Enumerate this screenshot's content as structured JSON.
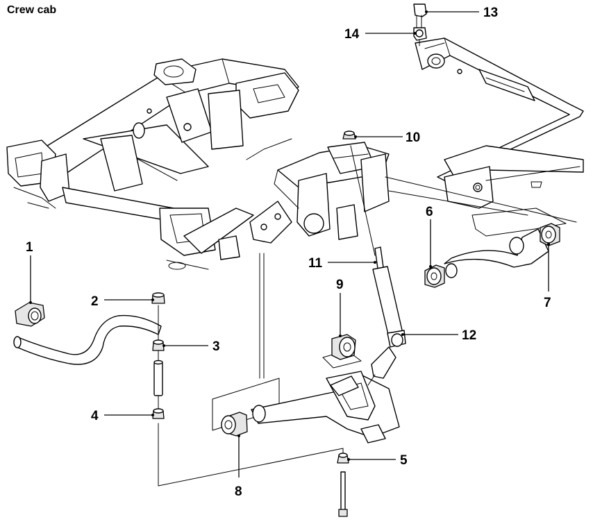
{
  "title": "Crew cab",
  "callouts": [
    {
      "num": "1",
      "part": "stabilizer-bushing"
    },
    {
      "num": "2",
      "part": "link-upper-bushing"
    },
    {
      "num": "3",
      "part": "link-lower-bushing"
    },
    {
      "num": "4",
      "part": "link-bottom-bushing"
    },
    {
      "num": "5",
      "part": "ball-joint-nut"
    },
    {
      "num": "6",
      "part": "upper-arm-bushing-front"
    },
    {
      "num": "7",
      "part": "upper-arm-bushing-rear"
    },
    {
      "num": "8",
      "part": "lower-arm-bushing-front"
    },
    {
      "num": "9",
      "part": "lower-arm-bushing-rear"
    },
    {
      "num": "10",
      "part": "shock-top-nut"
    },
    {
      "num": "11",
      "part": "shock-absorber"
    },
    {
      "num": "12",
      "part": "shock-lower-bushing"
    },
    {
      "num": "13",
      "part": "rear-link-upper"
    },
    {
      "num": "14",
      "part": "rear-link-lower"
    }
  ]
}
